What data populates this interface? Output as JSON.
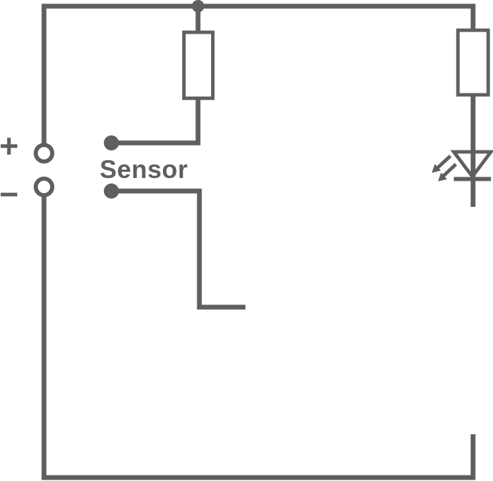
{
  "schematic": {
    "colors": {
      "background": "#ffffff",
      "stroke": "#5f5f5f"
    },
    "labels": {
      "positive": "+",
      "negative": "−",
      "sensor": "Sensor"
    },
    "components": [
      {
        "id": "terminal-positive",
        "type": "supply-terminal",
        "label": "+"
      },
      {
        "id": "terminal-negative",
        "type": "supply-terminal",
        "label": "−"
      },
      {
        "id": "resistor-top",
        "type": "resistor"
      },
      {
        "id": "resistor-right",
        "type": "resistor"
      },
      {
        "id": "sensor",
        "type": "sensor-pins",
        "label": "Sensor"
      },
      {
        "id": "led",
        "type": "light-emitting-diode"
      }
    ]
  }
}
